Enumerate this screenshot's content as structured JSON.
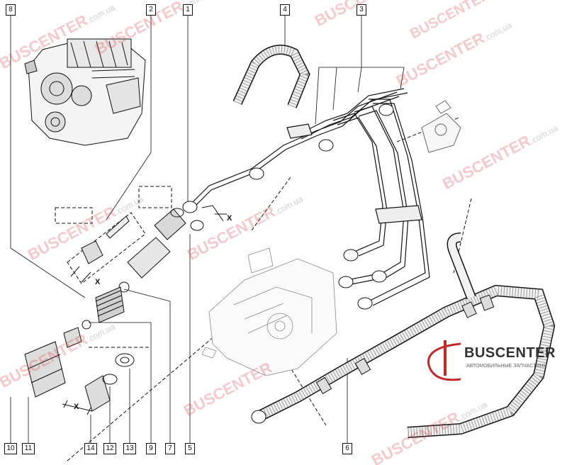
{
  "callouts": [
    {
      "id": "c8",
      "label": "8"
    },
    {
      "id": "c2",
      "label": "2"
    },
    {
      "id": "c1",
      "label": "1"
    },
    {
      "id": "c4",
      "label": "4"
    },
    {
      "id": "c3",
      "label": "3"
    },
    {
      "id": "c10",
      "label": "10"
    },
    {
      "id": "c11",
      "label": "11"
    },
    {
      "id": "c14",
      "label": "14"
    },
    {
      "id": "c12",
      "label": "12"
    },
    {
      "id": "c13",
      "label": "13"
    },
    {
      "id": "c9",
      "label": "9"
    },
    {
      "id": "c7",
      "label": "7"
    },
    {
      "id": "c5",
      "label": "5"
    },
    {
      "id": "c6",
      "label": "6"
    }
  ],
  "dimension_labels": {
    "x1": "X",
    "x2": "X",
    "x3": "X"
  },
  "watermark": {
    "brand": "BUSCENTER",
    "domain": ".com.ua"
  },
  "logo": {
    "brand": "BUSCENTER",
    "subtitle": "АВТОМОБИЛЬНЫЕ ЗАПЧАСТИНИ"
  },
  "colors": {
    "line": "#111111",
    "watermark": "#dc3c3c",
    "logo_accent": "#c62828"
  }
}
